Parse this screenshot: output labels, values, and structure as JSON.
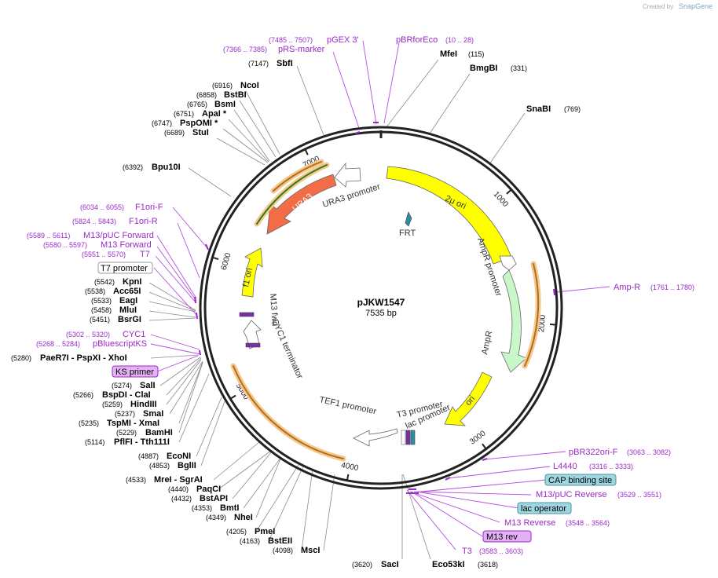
{
  "credit": {
    "created_by": "Created by",
    "brand": "SnapGene"
  },
  "plasmid": {
    "name": "pJKW1547",
    "length": "7535 bp",
    "total": 7535
  },
  "colors": {
    "enzyme": "#000000",
    "primer": "#9b29c8",
    "backbone": "#222222",
    "yellow": "#ffff00",
    "green": "#c8f7c8",
    "orange": "#f26c45",
    "white": "#ffffff"
  },
  "ticks": [
    {
      "bp": 1000,
      "label": "1000"
    },
    {
      "bp": 2000,
      "label": "2000"
    },
    {
      "bp": 3000,
      "label": "3000"
    },
    {
      "bp": 4000,
      "label": "4000"
    },
    {
      "bp": 5000,
      "label": "5000"
    },
    {
      "bp": 6000,
      "label": "6000"
    },
    {
      "bp": 7000,
      "label": "7000"
    }
  ],
  "enzymes": [
    {
      "pos": "(7147)",
      "name": "SbfI",
      "bp": 7147
    },
    {
      "pos": "(115)",
      "name": "MfeI",
      "bp": 115
    },
    {
      "pos": "(331)",
      "name": "BmgBI",
      "bp": 331
    },
    {
      "pos": "(769)",
      "name": "SnaBI",
      "bp": 769
    },
    {
      "pos": "(6916)",
      "name": "NcoI",
      "bp": 6916
    },
    {
      "pos": "(6858)",
      "name": "BstBI",
      "bp": 6858
    },
    {
      "pos": "(6765)",
      "name": "BsmI",
      "bp": 6765
    },
    {
      "pos": "(6751)",
      "name": "ApaI  *",
      "bp": 6751
    },
    {
      "pos": "(6747)",
      "name": "PspOMI  *",
      "bp": 6747
    },
    {
      "pos": "(6689)",
      "name": "StuI",
      "bp": 6689
    },
    {
      "pos": "(6392)",
      "name": "Bpu10I",
      "bp": 6392
    },
    {
      "pos": "(5542)",
      "name": "KpnI",
      "bp": 5542
    },
    {
      "pos": "(5538)",
      "name": "Acc65I",
      "bp": 5538
    },
    {
      "pos": "(5533)",
      "name": "EagI",
      "bp": 5533
    },
    {
      "pos": "(5458)",
      "name": "MluI",
      "bp": 5458
    },
    {
      "pos": "(5451)",
      "name": "BsrGI",
      "bp": 5451
    },
    {
      "pos": "(5280)",
      "name": "PaeR7I   - PspXI   - XhoI",
      "bp": 5280
    },
    {
      "pos": "(5274)",
      "name": "SalI",
      "bp": 5274
    },
    {
      "pos": "(5266)",
      "name": "BspDI   - ClaI",
      "bp": 5266
    },
    {
      "pos": "(5259)",
      "name": "HindIII",
      "bp": 5259
    },
    {
      "pos": "(5237)",
      "name": "SmaI",
      "bp": 5237
    },
    {
      "pos": "(5235)",
      "name": "TspMI   - XmaI",
      "bp": 5235
    },
    {
      "pos": "(5229)",
      "name": "BamHI",
      "bp": 5229
    },
    {
      "pos": "(5114)",
      "name": "PflFI   - Tth111I",
      "bp": 5114
    },
    {
      "pos": "(4887)",
      "name": "EcoNI",
      "bp": 4887
    },
    {
      "pos": "(4853)",
      "name": "BglII",
      "bp": 4853
    },
    {
      "pos": "(4533)",
      "name": "MreI   - SgrAI",
      "bp": 4533
    },
    {
      "pos": "(4440)",
      "name": "PaqCI",
      "bp": 4440
    },
    {
      "pos": "(4432)",
      "name": "BstAPI",
      "bp": 4432
    },
    {
      "pos": "(4353)",
      "name": "BmtI",
      "bp": 4353
    },
    {
      "pos": "(4349)",
      "name": "NheI",
      "bp": 4349
    },
    {
      "pos": "(4205)",
      "name": "PmeI",
      "bp": 4205
    },
    {
      "pos": "(4163)",
      "name": "BstEII",
      "bp": 4163
    },
    {
      "pos": "(4098)",
      "name": "MscI",
      "bp": 4098
    },
    {
      "pos": "(3620)",
      "name": "SacI",
      "bp": 3620
    },
    {
      "pos": "(3618)",
      "name": "Eco53kI",
      "bp": 3618
    }
  ],
  "primers": [
    {
      "range": "(7485 .. 7507)",
      "name": "pGEX 3'"
    },
    {
      "range": "(7366 .. 7385)",
      "name": "pRS-marker"
    },
    {
      "range": "(10 .. 28)",
      "name": "pBRforEco"
    },
    {
      "range": "(6034 .. 6055)",
      "name": "F1ori-F"
    },
    {
      "range": "(5824 .. 5843)",
      "name": "F1ori-R"
    },
    {
      "range": "(5589 .. 5611)",
      "name": "M13/pUC Forward"
    },
    {
      "range": "(5580 .. 5597)",
      "name": "M13 Forward"
    },
    {
      "range": "(5551 .. 5570)",
      "name": "T7"
    },
    {
      "range": "(5302 .. 5320)",
      "name": "CYC1"
    },
    {
      "range": "(5268 .. 5284)",
      "name": "pBluescriptKS"
    },
    {
      "range": "(1761 .. 1780)",
      "name": "Amp-R"
    },
    {
      "range": "(3063 .. 3082)",
      "name": "pBR322ori-F"
    },
    {
      "range": "(3316 .. 3333)",
      "name": "L4440"
    },
    {
      "range": "(3529 .. 3551)",
      "name": "M13/pUC Reverse"
    },
    {
      "range": "(3548 .. 3564)",
      "name": "M13 Reverse"
    },
    {
      "range": "(3583 .. 3603)",
      "name": "T3"
    }
  ],
  "boxed": {
    "t7_promoter": "T7 promoter",
    "ks_primer": "KS primer",
    "cap_site": "CAP binding site",
    "lac_operator": "lac operator",
    "m13_rev": "M13 rev"
  },
  "features": {
    "two_mu_ori": "2μ ori",
    "frt": "FRT",
    "ampr_promoter": "AmpR promoter",
    "ampr": "AmpR",
    "ori": "ori",
    "t3_promoter": "T3 promoter",
    "lac_promoter": "lac promoter",
    "tef1_promoter": "TEF1 promoter",
    "cyc1_terminator": "CYC1 terminator",
    "m13_fwd": "M13 fwd",
    "f1_ori": "f1 ori",
    "ura3": "URA3",
    "ura3_promoter": "URA3 promoter"
  }
}
